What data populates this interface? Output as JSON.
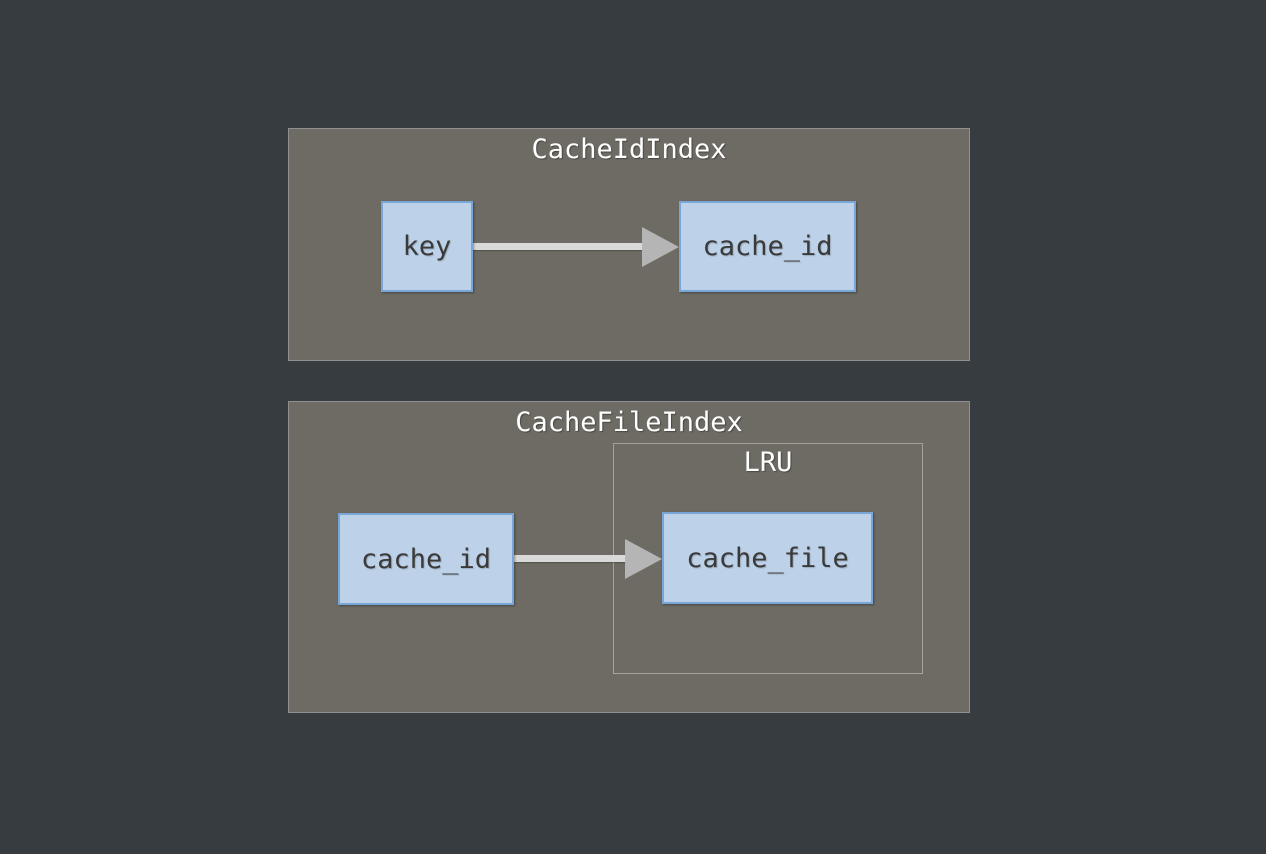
{
  "colors": {
    "page_bg": "#373c40",
    "container_bg": "#6d6b63",
    "container_border": "#909090",
    "group_border": "#a3a39c",
    "node_bg": "#bdd2e8",
    "node_border": "#78a6d6",
    "node_text": "#3a3a3a",
    "title_text": "#ffffff",
    "arrow_shaft": "#d9d9d9",
    "arrow_head": "#b5b5b5"
  },
  "diagram": {
    "cache_id_index": {
      "title": "CacheIdIndex",
      "nodes": [
        {
          "label": "key"
        },
        {
          "label": "cache_id"
        }
      ]
    },
    "cache_file_index": {
      "title": "CacheFileIndex",
      "group": {
        "title": "LRU"
      },
      "nodes": [
        {
          "label": "cache_id"
        },
        {
          "label": "cache_file"
        }
      ]
    }
  }
}
